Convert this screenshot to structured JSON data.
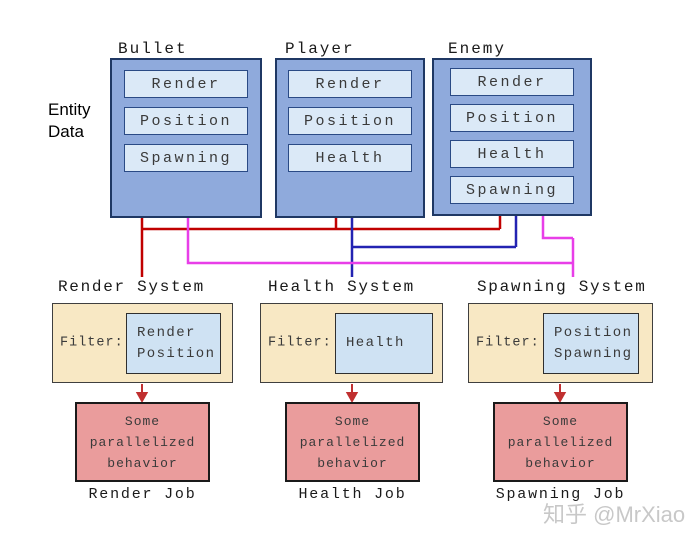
{
  "side_label": "Entity\nData",
  "entities": [
    {
      "title": "Bullet",
      "components": [
        "Render",
        "Position",
        "Spawning"
      ]
    },
    {
      "title": "Player",
      "components": [
        "Render",
        "Position",
        "Health"
      ]
    },
    {
      "title": "Enemy",
      "components": [
        "Render",
        "Position",
        "Health",
        "Spawning"
      ]
    }
  ],
  "systems": [
    {
      "title": "Render System",
      "filter_label": "Filter:",
      "filter_components": [
        "Render",
        "Position"
      ],
      "wire_color": "#c00000"
    },
    {
      "title": "Health System",
      "filter_label": "Filter:",
      "filter_components": [
        "Health"
      ],
      "wire_color": "#2323b2"
    },
    {
      "title": "Spawning System",
      "filter_label": "Filter:",
      "filter_components": [
        "Position",
        "Spawning"
      ],
      "wire_color": "#e83ee8"
    }
  ],
  "jobs": [
    {
      "box_lines": [
        "Some",
        "parallelized",
        "behavior"
      ],
      "label": "Render Job"
    },
    {
      "box_lines": [
        "Some",
        "parallelized",
        "behavior"
      ],
      "label": "Health Job"
    },
    {
      "box_lines": [
        "Some",
        "parallelized",
        "behavior"
      ],
      "label": "Spawning Job"
    }
  ],
  "watermark": "知乎 @MrXiao",
  "colors": {
    "entity_fill": "#8faadc",
    "entity_border": "#1f3864",
    "component_fill": "#dbe9f7",
    "component_border": "#2a4a85",
    "system_fill": "#f8e8c4",
    "system_border": "#3f3f3f",
    "filter_fill": "#cfe2f3",
    "filter_border": "#2f2f2f",
    "job_fill": "#ea9c9c",
    "job_border": "#1a1a1a",
    "wire_render": "#c00000",
    "wire_health": "#2323b2",
    "wire_spawning": "#e83ee8",
    "job_arrow": "#c03030",
    "watermark_color": "#c8c8c8"
  }
}
